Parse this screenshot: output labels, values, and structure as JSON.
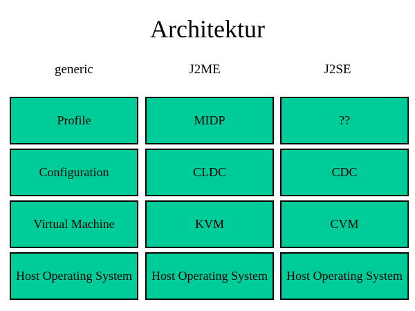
{
  "slide": {
    "title": "Architektur",
    "column_headers": [
      "generic",
      "J2ME",
      "J2SE"
    ],
    "rows": [
      {
        "cells": [
          "Profile",
          "MIDP",
          "??"
        ]
      },
      {
        "cells": [
          "Configuration",
          "CLDC",
          "CDC"
        ]
      },
      {
        "cells": [
          "Virtual Machine",
          "KVM",
          "CVM"
        ]
      },
      {
        "cells": [
          "Host Operating System",
          "Host Operating System",
          "Host Operating System"
        ]
      }
    ],
    "colors": {
      "box_fill": "#00CC99",
      "box_border": "#000000",
      "text": "#000000",
      "background": "#FFFFFF"
    }
  }
}
